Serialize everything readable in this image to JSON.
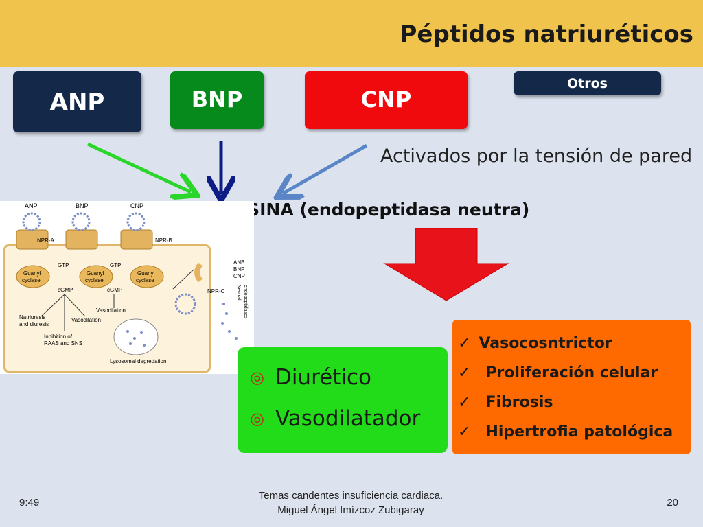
{
  "slide": {
    "title": "Péptidos natriuréticos",
    "peptides": {
      "anp": "ANP",
      "bnp": "BNP",
      "cnp": "CNP",
      "otros": "Otros"
    },
    "activated_text": "Activados por la tensión de pared",
    "enzyme_text": "NEPRILISINA (endopeptidasa neutra)",
    "effects_positive": [
      "Diurético",
      "Vasodilatador"
    ],
    "effects_negative": [
      "Vasocosntrictor",
      "Proliferación celular",
      "Fibrosis",
      "Hipertrofia patológica"
    ],
    "figure_labels": {
      "anp": "ANP",
      "bnp": "BNP",
      "cnp": "CNP",
      "npr_a": "NPR-A",
      "npr_b": "NPR-B",
      "npr_c": "NPR-C",
      "gtp1": "GTP",
      "gtp2": "GTP",
      "guanyl1": "Guanyl",
      "cyclase1": "cyclase",
      "guanyl2": "Guanyl",
      "cyclase2": "cyclase",
      "guanyl3": "Guanyl",
      "cyclase3": "cyclase",
      "cgmp1": "cGMP",
      "cgmp2": "cGMP",
      "natriuresis": "Natriuresis",
      "and_diuresis": "and diuresis",
      "vasodilation1": "Vasodilation",
      "vasodilation2": "Vasodilation",
      "inhibition": "Inhibition of",
      "raas": "RAAS and SNS",
      "lysosomal": "Lysosomal degredation",
      "anb_r": "ANB",
      "bnp_r": "BNP",
      "cnp_r": "CNP",
      "neutral": "Neutral",
      "endopeptidases": "endopeptidases"
    }
  },
  "footer": {
    "time": "9:49",
    "line1": "Temas candentes insuficiencia cardiaca.",
    "line2": "Miguel Ángel Imízcoz Zubigaray",
    "page": "20"
  },
  "colors": {
    "header": "#f0c44c",
    "anp": "#14294a",
    "bnp": "#078a1c",
    "cnp": "#f00a0e",
    "otros": "#14294a",
    "positive_box": "#22dc1a",
    "negative_box": "#ff6a00",
    "arrow_green": "#2ad62a",
    "arrow_navy": "#0e1c86",
    "arrow_blue": "#5a86c8",
    "big_arrow": "#e8121a"
  }
}
